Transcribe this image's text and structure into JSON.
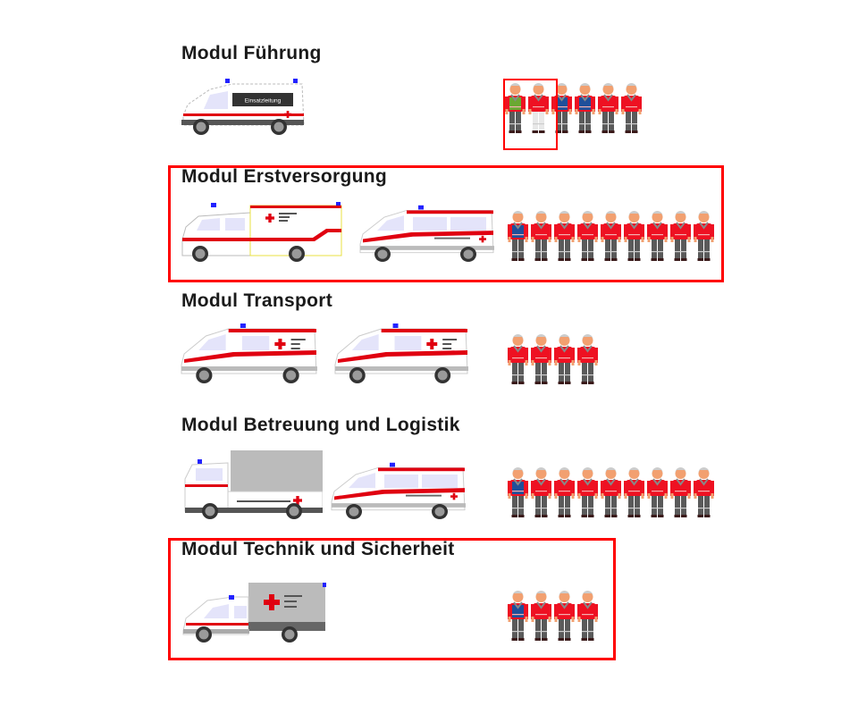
{
  "colors": {
    "highlight": "#ff0000",
    "drk_red": "#e00010",
    "shirt_red": "#ee1122",
    "vest_blue": "#1f4f9a",
    "vest_green": "#6aa832"
  },
  "modules": [
    {
      "title": "Modul Führung",
      "highlighted": false,
      "vehicles": [
        {
          "type": "command-van",
          "label": "Einsatzleitung"
        }
      ],
      "people": [
        "green",
        "red-white",
        "blue",
        "blue",
        "red",
        "red"
      ],
      "people_highlight_count": 2
    },
    {
      "title": "Modul Erstversorgung",
      "highlighted": true,
      "vehicles": [
        {
          "type": "box-ambulance"
        },
        {
          "type": "van"
        }
      ],
      "people": [
        "blue",
        "red",
        "red",
        "red",
        "red",
        "red",
        "red",
        "red",
        "red"
      ]
    },
    {
      "title": "Modul Transport",
      "highlighted": false,
      "vehicles": [
        {
          "type": "van-cross"
        },
        {
          "type": "van-cross"
        }
      ],
      "people": [
        "red",
        "red",
        "red",
        "red"
      ]
    },
    {
      "title": "Modul Betreuung und Logistik",
      "highlighted": false,
      "vehicles": [
        {
          "type": "truck"
        },
        {
          "type": "van"
        }
      ],
      "people": [
        "blue",
        "red",
        "red",
        "red",
        "red",
        "red",
        "red",
        "red",
        "red"
      ]
    },
    {
      "title": "Modul Technik und Sicherheit",
      "highlighted": true,
      "vehicles": [
        {
          "type": "gray-box-truck"
        }
      ],
      "people": [
        "blue",
        "red",
        "red",
        "red"
      ]
    }
  ]
}
